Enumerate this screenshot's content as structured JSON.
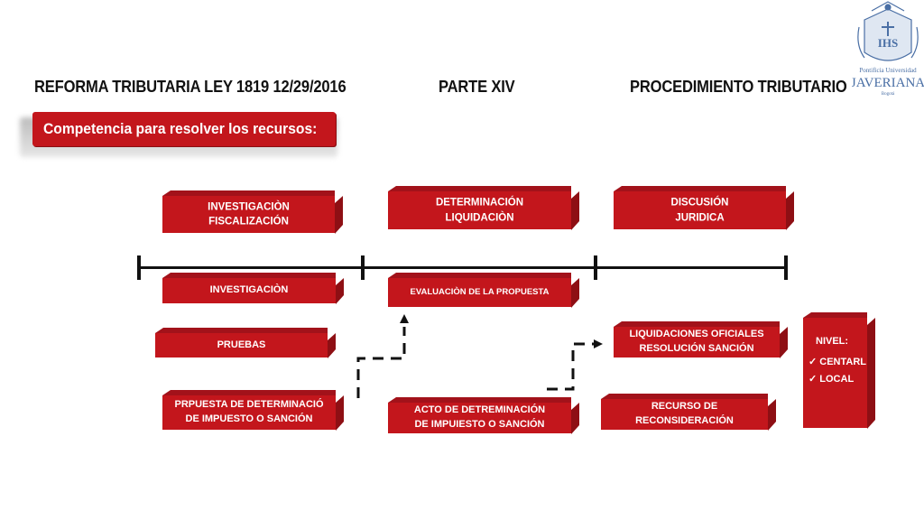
{
  "header": {
    "left": "REFORMA TRIBUTARIA LEY 1819 12/29/2016",
    "center": "PARTE XIV",
    "right": "PROCEDIMIENTO TRIBUTARIO"
  },
  "subtitle": "Competencia para resolver los recursos:",
  "logo": {
    "line1": "Pontificia Universidad",
    "line2": "JAVERIANA",
    "line3": "Bogotá",
    "monogram": "IHS"
  },
  "stages": {
    "s1": [
      "INVESTIGACIÒN",
      "FISCALIZACIÓN"
    ],
    "s2": [
      "DETERMINACIÓN",
      "LIQUIDACIÒN"
    ],
    "s3": [
      "DISCUSIÓN",
      "JURIDICA"
    ]
  },
  "steps": {
    "investigacion": "INVESTIGACIÒN",
    "pruebas": "PRUEBAS",
    "propuesta": [
      "PRPUESTA DE DETERMINACIÓ",
      "DE IMPUESTO O SANCIÓN"
    ],
    "evaluacion": "EVALUACIÒN DE LA  PROPUESTA",
    "acto": [
      "ACTO DE DETREMINACIÓN",
      "DE IMPUIESTO O SANCIÓN"
    ],
    "liquidaciones": [
      "LIQUIDACIONES OFICIALES",
      "RESOLUCIÓN SANCIÓN"
    ],
    "recurso": [
      "RECURSO DE",
      "RECONSIDERACIÓN"
    ]
  },
  "nivel": {
    "title": "NIVEL:",
    "items": [
      "CENTARL",
      "LOCAL"
    ]
  },
  "colors": {
    "box": "#c3161c",
    "box_side": "#8e0f14",
    "line": "#111111"
  }
}
